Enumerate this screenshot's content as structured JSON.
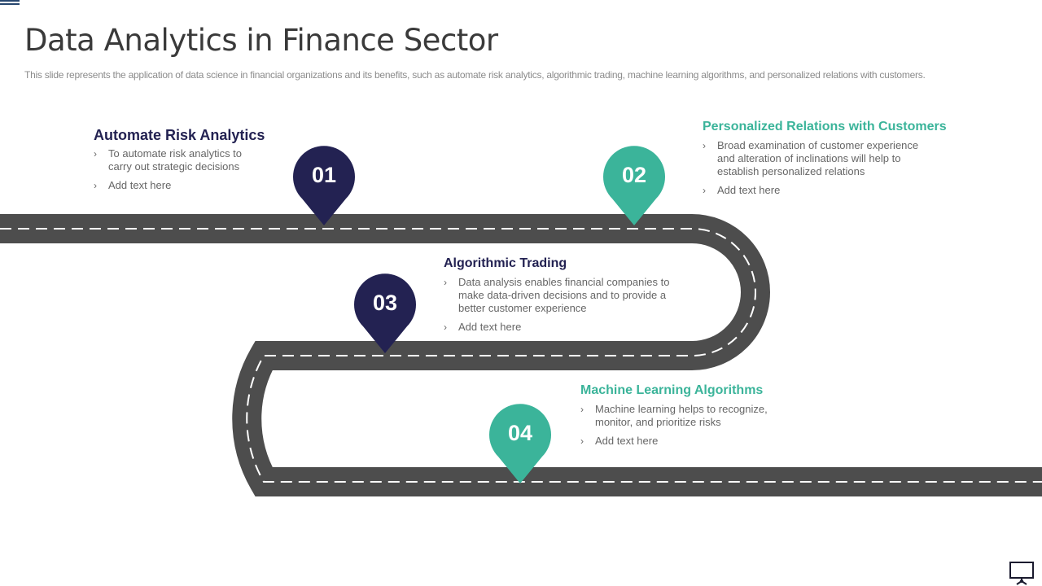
{
  "title": "Data Analytics in Finance Sector",
  "subtitle": "This slide represents the application of data science in financial organizations and its benefits, such as automate risk analytics, algorithmic trading, machine learning algorithms, and personalized relations with customers.",
  "colors": {
    "navy": "#232252",
    "teal": "#3bb49a",
    "road": "#4d4d4d",
    "road_marking": "#ffffff",
    "title_text": "#3a3a3a",
    "subtitle_text": "#8c8c8c",
    "body_text": "#666666",
    "corner_accent": "#27466e"
  },
  "steps": [
    {
      "number": "01",
      "title": "Automate Risk Analytics",
      "color": "navy",
      "bullets": [
        "To automate risk analytics to carry out strategic decisions",
        "Add text here"
      ]
    },
    {
      "number": "02",
      "title": "Personalized Relations with Customers",
      "color": "teal",
      "bullets": [
        "Broad examination of customer experience and alteration of inclinations will help to establish personalized relations",
        "Add text here"
      ]
    },
    {
      "number": "03",
      "title": "Algorithmic Trading",
      "color": "navy",
      "bullets": [
        "Data analysis enables financial companies to make data-driven  decisions and to provide  a better customer experience",
        "Add text here"
      ]
    },
    {
      "number": "04",
      "title": "Machine Learning Algorithms",
      "color": "teal",
      "bullets": [
        "Machine learning helps to recognize, monitor, and prioritize risks",
        "Add text here"
      ]
    }
  ],
  "bullet_glyph": "›",
  "icons": {
    "corner": "corner-accent-lines",
    "pin": "map-pin-marker",
    "presentation": "presentation-screen-icon"
  }
}
